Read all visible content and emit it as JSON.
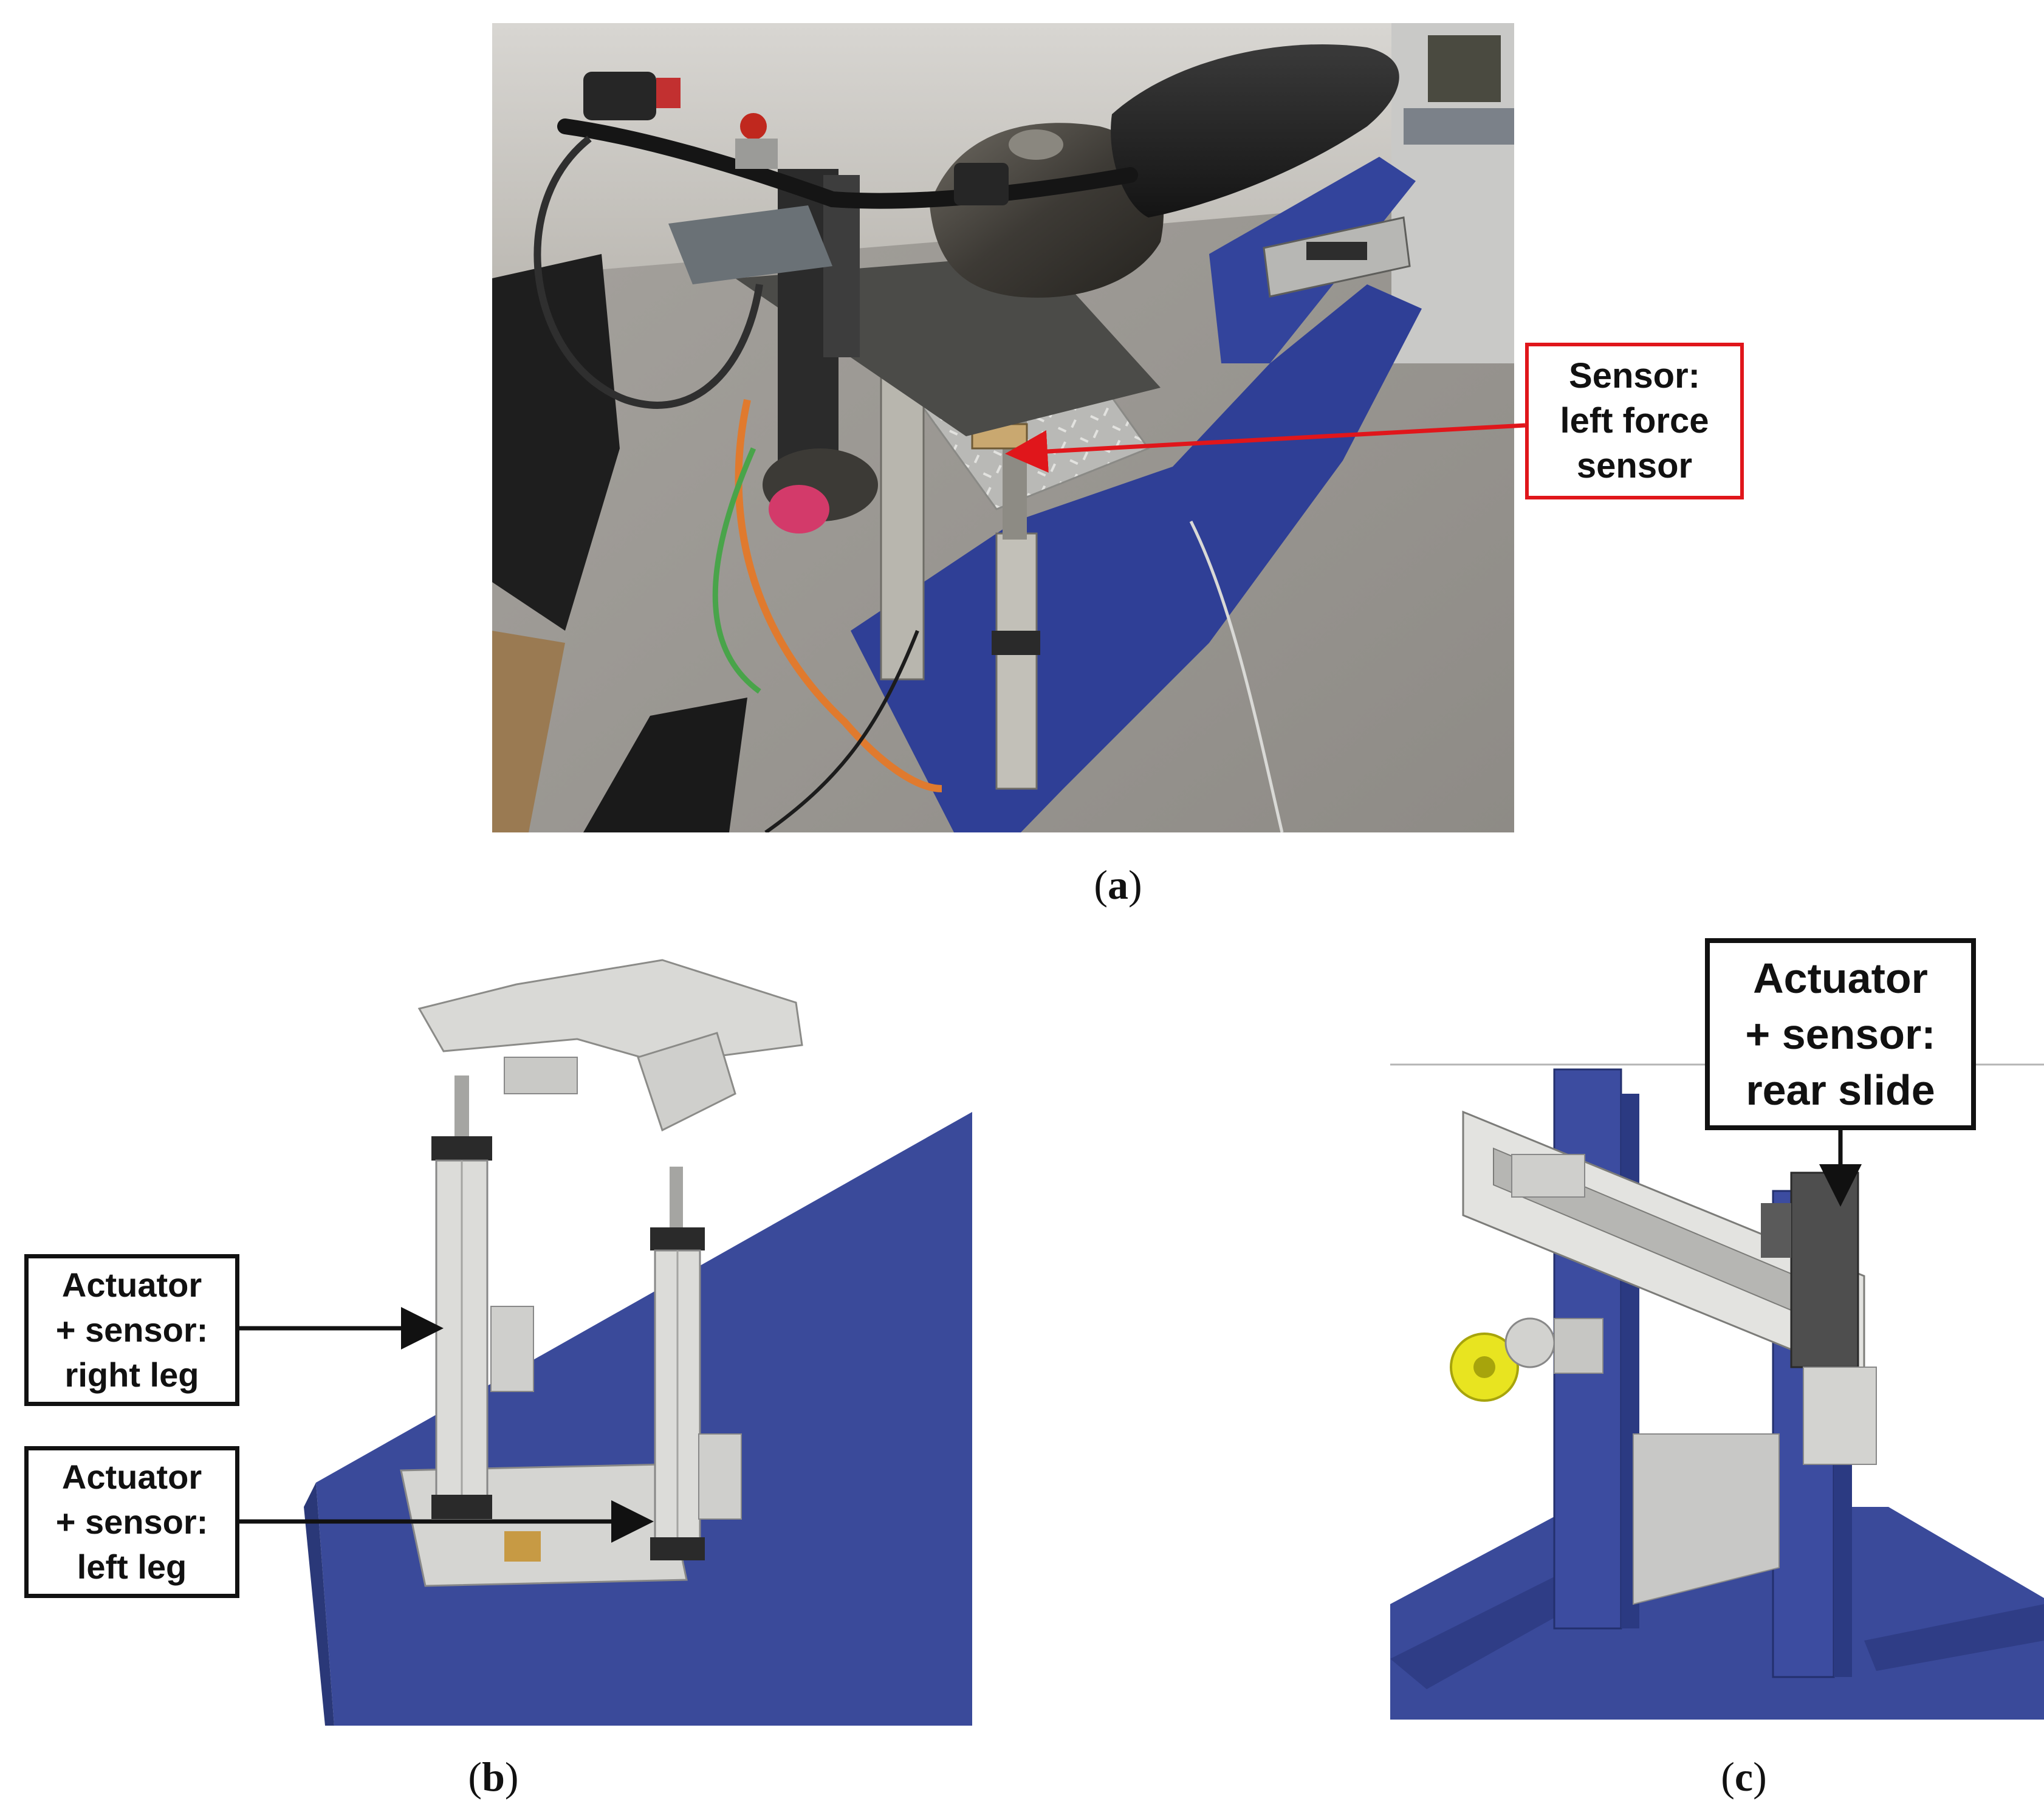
{
  "panels": {
    "a": {
      "caption_open": "(",
      "caption_letter": "a",
      "caption_close": ")",
      "callout": {
        "line1": "Sensor:",
        "line2": "left force",
        "line3": "sensor"
      }
    },
    "b": {
      "caption_open": "(",
      "caption_letter": "b",
      "caption_close": ")",
      "callout_right": {
        "line1": "Actuator",
        "line2": "+ sensor:",
        "line3": "right leg"
      },
      "callout_left": {
        "line1": "Actuator",
        "line2": "+ sensor:",
        "line3": "left leg"
      }
    },
    "c": {
      "caption_open": "(",
      "caption_letter": "c",
      "caption_close": ")",
      "callout": {
        "line1": "Actuator",
        "line2": "+ sensor:",
        "line3": "rear slide"
      }
    }
  },
  "colors": {
    "callout_red": "#e0161b",
    "frame_blue": "#3a4a9a",
    "floor_gray": "#9c9a96"
  }
}
